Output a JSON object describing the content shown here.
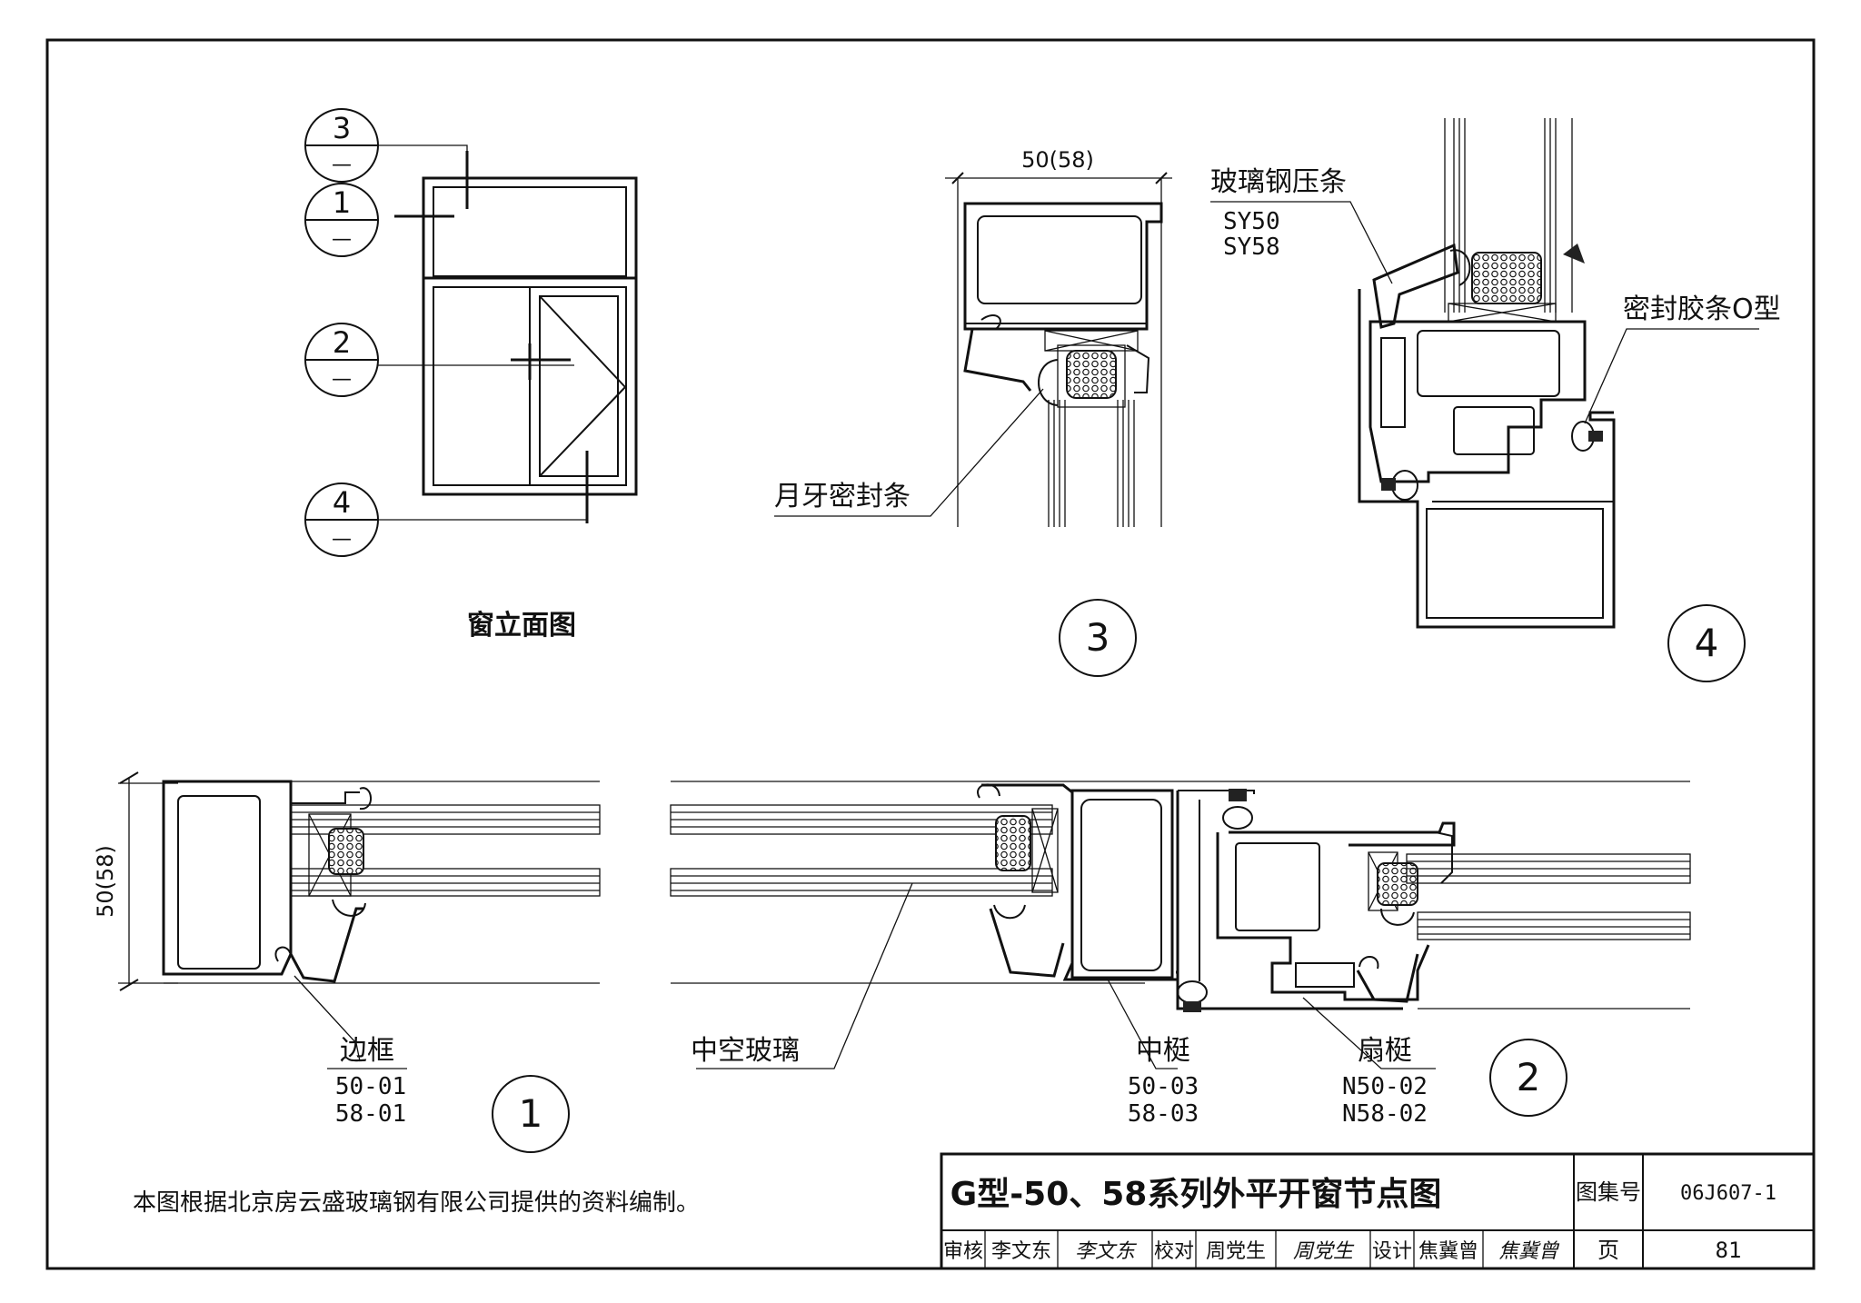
{
  "elevation": {
    "title": "窗立面图",
    "markers": [
      {
        "number": "3",
        "sub": "—"
      },
      {
        "number": "1",
        "sub": "—"
      },
      {
        "number": "2",
        "sub": "—"
      },
      {
        "number": "4",
        "sub": "—"
      }
    ]
  },
  "detail3": {
    "dimension": "50(58)",
    "callout_seal": "月牙密封条",
    "circle": "3"
  },
  "detail4": {
    "callout_bead": "玻璃钢压条",
    "bead_codes": [
      "SY50",
      "SY58"
    ],
    "callout_gasket": "密封胶条O型",
    "circle": "4"
  },
  "section": {
    "dimension": "50(58)",
    "labels": [
      {
        "title": "边框",
        "codes": [
          "50-01",
          "58-01"
        ]
      },
      {
        "title": "中空玻璃",
        "codes": []
      },
      {
        "title": "中梃",
        "codes": [
          "50-03",
          "58-03"
        ]
      },
      {
        "title": "扇梃",
        "codes": [
          "N50-02",
          "N58-02"
        ]
      }
    ],
    "circle1": "1",
    "circle2": "2"
  },
  "note": "本图根据北京房云盛玻璃钢有限公司提供的资料编制。",
  "title_block": {
    "drawing_title": "G型-50、58系列外平开窗节点图",
    "atlas_label": "图集号",
    "atlas_number": "06J607-1",
    "page_label": "页",
    "page_number": "81",
    "review_label": "审核",
    "reviewer": "李文东",
    "reviewer_sign": "李文东",
    "check_label": "校对",
    "checker": "周党生",
    "checker_sign": "周党生",
    "design_label": "设计",
    "designer": "焦冀曾",
    "designer_sign": "焦冀曾"
  }
}
